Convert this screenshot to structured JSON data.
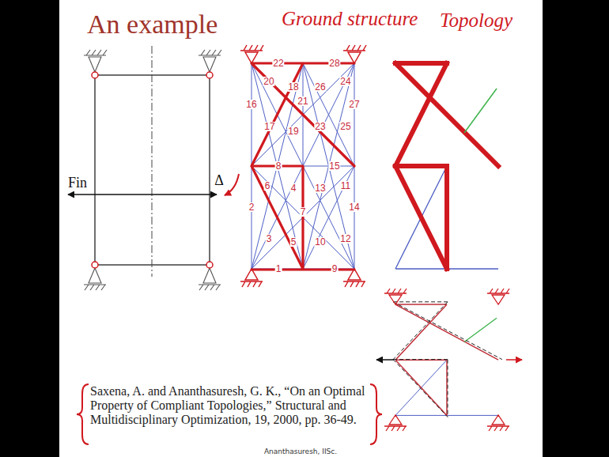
{
  "diagram": {
    "title": "An example",
    "labels": [
      "Fin",
      "Δ",
      "Ground structure",
      "Topology",
      "22",
      "28",
      "20",
      "18",
      "26",
      "24",
      "16",
      "21",
      "27",
      "17",
      "19",
      "23",
      "25",
      "8",
      "15",
      "6",
      "4",
      "13",
      "11",
      "2",
      "7",
      "14",
      "3",
      "5",
      "10",
      "12",
      "1",
      "9",
      "Saxena, A. and Ananthasuresh, G. K., “On an Optimal Property of Compliant Topologies,” Structural and Multidisciplinary Optimization, 19, 2000, pp. 36-49.",
      "Ananthasuresh, IISc."
    ]
  }
}
